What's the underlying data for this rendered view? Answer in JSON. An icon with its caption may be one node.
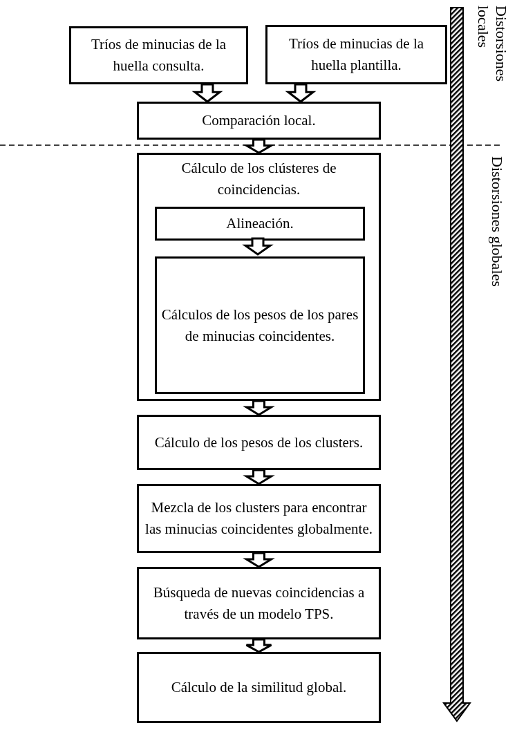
{
  "diagram": {
    "nodes": [
      {
        "text": [
          "Tríos de minucias de la huella consulta."
        ]
      },
      {
        "text": [
          "Tríos de minucias de la huella plantilla."
        ]
      },
      {
        "text": [
          "Comparación local."
        ]
      },
      {
        "text": [
          "Cálculo de los clústeres de coincidencias."
        ]
      },
      {
        "text": [
          "Alineación."
        ],
        "in": 3
      },
      {
        "text": [
          "Cálculos de los pesos de los pares de minucias coincidentes."
        ],
        "in": 3
      },
      {
        "text": [
          "Cálculo de los pesos de los clusters."
        ]
      },
      {
        "text": [
          "Mezcla de los clusters para encontrar las minucias coincidentes globalmente."
        ]
      },
      {
        "text": [
          "Búsqueda de nuevas coincidencias a través de un modelo TPS."
        ]
      },
      {
        "text": [
          "Cálculo de la similitud global."
        ]
      }
    ],
    "edges": [
      {
        "from": 0,
        "to": 2,
        "arrow": "to"
      },
      {
        "from": 1,
        "to": 2,
        "arrow": "to"
      },
      {
        "from": 2,
        "to": 3,
        "arrow": "to"
      },
      {
        "from": 4,
        "to": 5,
        "arrow": "to"
      },
      {
        "from": 3,
        "to": 6,
        "arrow": "to"
      },
      {
        "from": 6,
        "to": 7,
        "arrow": "to"
      },
      {
        "from": 7,
        "to": 8,
        "arrow": "to"
      },
      {
        "from": 8,
        "to": 9,
        "arrow": "to"
      }
    ],
    "labels": [
      "Distorsiones locales",
      "Distorsiones globales"
    ]
  }
}
